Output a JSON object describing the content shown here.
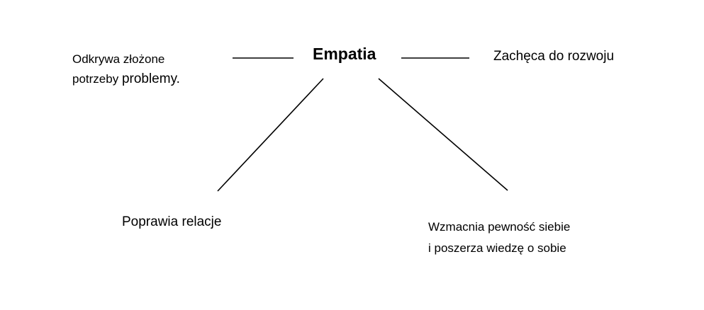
{
  "diagram": {
    "center": "Empatia",
    "left_top": {
      "line1": "Odkrywa złożone",
      "line2_part1": "potrzeby ",
      "line2_part2": "problemy."
    },
    "right_top": "Zachęca do rozwoju",
    "bottom_left": "Poprawia relacje",
    "bottom_right": {
      "line1": "Wzmacnia pewność siebie",
      "line2": "i poszerza wiedzę o sobie"
    }
  }
}
